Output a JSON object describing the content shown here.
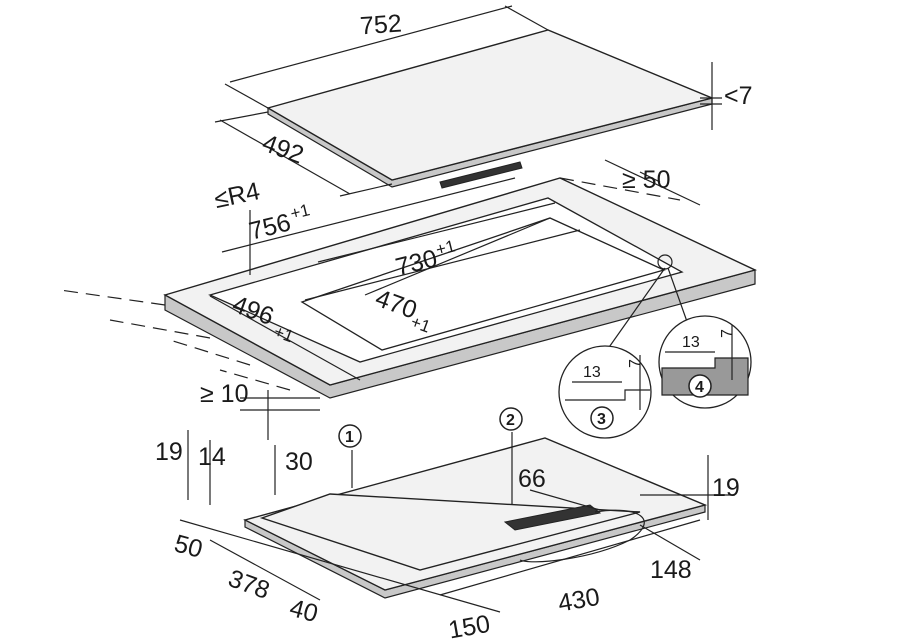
{
  "hob_top": {
    "width": "752",
    "depth": "492",
    "thickness": "<7"
  },
  "cutout": {
    "outer_width": "756",
    "outer_width_tol": "+1",
    "inner_width": "730",
    "inner_width_tol": "+1",
    "inner_depth": "470",
    "inner_depth_tol": "+1",
    "outer_depth": "496",
    "outer_depth_tol": "+1",
    "radius": "≤R4",
    "back_clearance": "≥ 50",
    "front_clearance": "≥ 10"
  },
  "details": [
    {
      "number": "3",
      "width": "13",
      "depth": "7"
    },
    {
      "number": "4",
      "width": "13",
      "depth": "7"
    }
  ],
  "hob_bottom": {
    "callout_1": "1",
    "callout_2": "2",
    "dims": {
      "h19_left": "19",
      "h14": "14",
      "h30": "30",
      "w66": "66",
      "h19_right": "19",
      "d50": "50",
      "d378": "378",
      "d40": "40",
      "d150": "150",
      "d430": "430",
      "d148": "148"
    }
  }
}
